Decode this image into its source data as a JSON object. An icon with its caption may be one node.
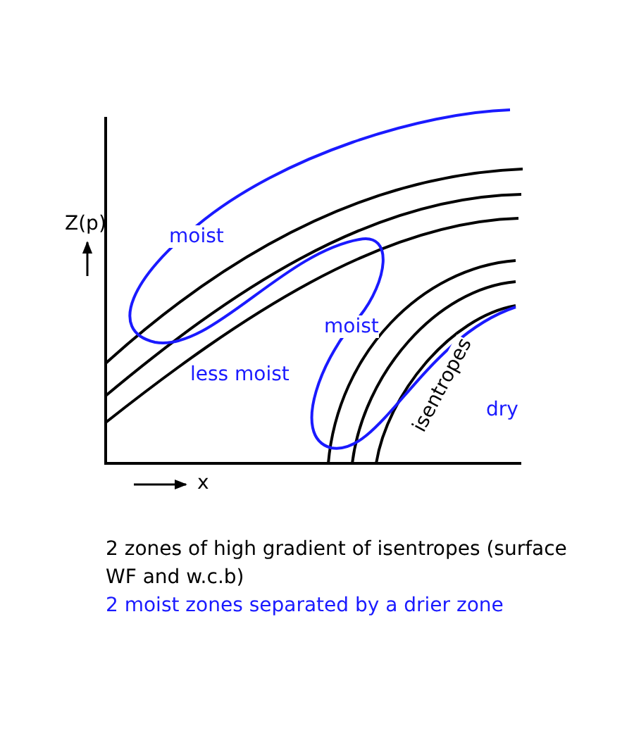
{
  "diagram": {
    "labels": [
      "Z(p)",
      "x",
      "moist",
      "less moist",
      "moist",
      "isentropes",
      "dry",
      "2 zones of high gradient of isentropes (surface WF and w.c.b)",
      "2 moist zones separated by a drier zone"
    ]
  }
}
